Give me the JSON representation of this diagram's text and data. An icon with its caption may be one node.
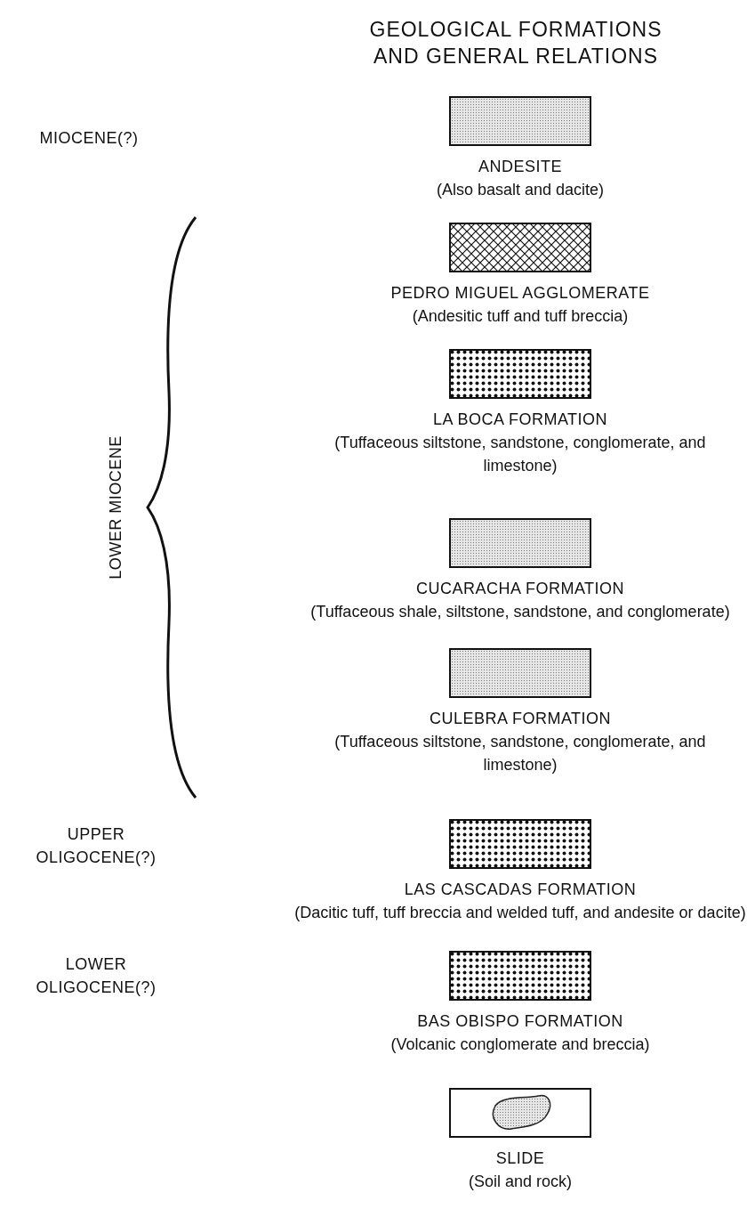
{
  "diagram": {
    "title": "GEOLOGICAL FORMATIONS AND GENERAL RELATIONS",
    "nodes": [
      {
        "text": [
          "ANDESITE",
          "(Also basalt and dacite)"
        ]
      },
      {
        "text": [
          "PEDRO MIGUEL AGGLOMERATE",
          "(Andesitic tuff and tuff breccia)"
        ]
      },
      {
        "text": [
          "LA BOCA FORMATION",
          "(Tuffaceous siltstone, sandstone, conglomerate, and limestone)"
        ]
      },
      {
        "text": [
          "CUCARACHA FORMATION",
          "(Tuffaceous shale, siltstone, sandstone, and conglomerate)"
        ]
      },
      {
        "text": [
          "CULEBRA FORMATION",
          "(Tuffaceous siltstone, sandstone, conglomerate, and limestone)"
        ]
      },
      {
        "text": [
          "LAS CASCADAS FORMATION",
          "(Dacitic tuff, tuff breccia and welded tuff, and andesite or dacite)"
        ]
      },
      {
        "text": [
          "BAS OBISPO FORMATION",
          "(Volcanic conglomerate and breccia)"
        ]
      },
      {
        "text": [
          "SLIDE",
          "(Soil and rock)"
        ]
      }
    ],
    "labels": [
      "MIOCENE(?)",
      "LOWER MIOCENE",
      "UPPER OLIGOCENE(?)",
      "LOWER OLIGOCENE(?)"
    ]
  }
}
